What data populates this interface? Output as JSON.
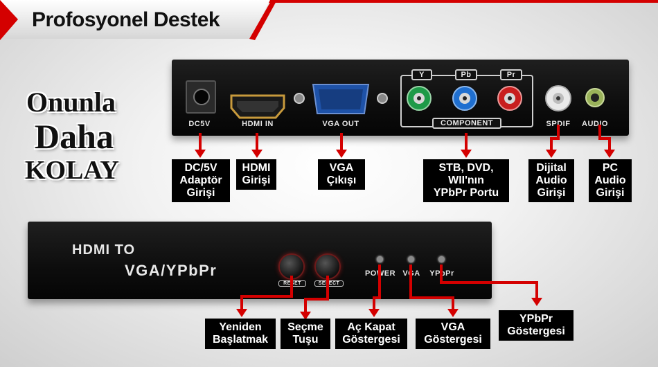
{
  "header": {
    "title": "Profosyonel Destek"
  },
  "slogan": {
    "line1": "Onunla",
    "line2": "Daha",
    "line3": "KOLAY"
  },
  "back_panel": {
    "port_labels": {
      "dc": "DC5V",
      "hdmi": "HDMI IN",
      "vga": "VGA OUT",
      "y": "Y",
      "pb": "Pb",
      "pr": "Pr",
      "component": "COMPONENT",
      "spdif": "SPDIF",
      "audio": "AUDIO"
    }
  },
  "front_panel": {
    "brand_line1": "HDMI TO",
    "brand_line2": "VGA/YPbPr",
    "button_reset": "RESET",
    "button_select": "SELECT",
    "led_power": "POWER",
    "led_vga": "VGA",
    "led_ypbpr": "YPbPr"
  },
  "callouts": {
    "dc": [
      "DC/5V",
      "Adaptör",
      "Girişi"
    ],
    "hdmi": [
      "HDMI",
      "Girişi"
    ],
    "vga": [
      "VGA",
      "Çıkışı"
    ],
    "component": [
      "STB, DVD,",
      "WII'nın",
      "YPbPr Portu"
    ],
    "spdif": [
      "Dijital",
      "Audio",
      "Girişi"
    ],
    "audio": [
      "PC",
      "Audio",
      "Girişi"
    ],
    "reset": [
      "Yeniden",
      "Başlatmak"
    ],
    "select": [
      "Seçme",
      "Tuşu"
    ],
    "power": [
      "Aç Kapat",
      "Göstergesi"
    ],
    "vga_led": [
      "VGA",
      "Göstergesi"
    ],
    "ypbpr_led": [
      "YPbPr",
      "Göstergesi"
    ]
  },
  "colors": {
    "accent": "#d40000",
    "panel": "#111111",
    "label_bg": "#000000"
  }
}
